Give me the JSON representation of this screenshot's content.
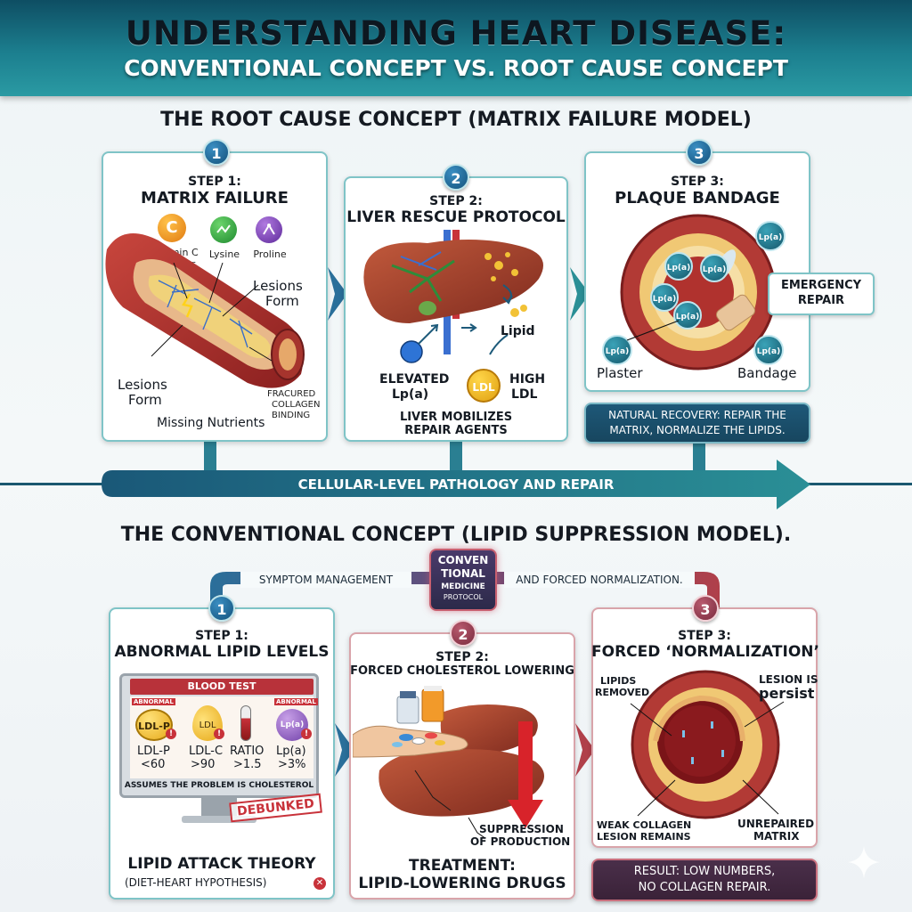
{
  "header": {
    "title_line1": "UNDERSTANDING HEART DISEASE:",
    "title_line2": "CONVENTIONAL CONCEPT VS. ROOT CAUSE CONCEPT"
  },
  "root": {
    "title": "THE ROOT CAUSE CONCEPT (MATRIX FAILURE MODEL)",
    "step1": {
      "number": "1",
      "label": "STEP 1:",
      "title": "MATRIX FAILURE",
      "nutrient_c_letter": "C",
      "nutrient_c": "Vitamin C",
      "nutrient_c2": "Cofactor",
      "nutrient_lysine": "Lysine",
      "nutrient_proline": "Proline",
      "lesions_right_1": "Lesions",
      "lesions_right_2": "Form",
      "lesions_left_1": "Lesions",
      "lesions_left_2": "Form",
      "fractured_1": "FRACURED",
      "fractured_2": "COLLAGEN",
      "fractured_3": "BINDING",
      "missing": "Missing Nutrients"
    },
    "step2": {
      "number": "2",
      "label": "STEP 2:",
      "title": "LIVER RESCUE PROTOCOL",
      "lipid": "Lipid",
      "elevated_1": "ELEVATED",
      "elevated_2": "Lp(a)",
      "ldl_badge": "LDL",
      "high_1": "HIGH",
      "high_2": "LDL",
      "footer_1": "LIVER MOBILIZES",
      "footer_2": "REPAIR AGENTS"
    },
    "step3": {
      "number": "3",
      "label": "STEP 3:",
      "title": "PLAQUE BANDAGE",
      "lp_labels": [
        "Lp(a)",
        "Lp(a)",
        "Lp(a)",
        "Lp(a)",
        "Lp(a)",
        "Lp(a)",
        "Lp(a)"
      ],
      "emergency_1": "EMERGENCY",
      "emergency_2": "REPAIR",
      "plaster": "Plaster",
      "bandage": "Bandage"
    },
    "recovery_1": "NATURAL RECOVERY: REPAIR THE",
    "recovery_2": "MATRIX, NORMALIZE THE LIPIDS.",
    "arrow_label": "CELLULAR-LEVEL PATHOLOGY AND REPAIR"
  },
  "conv": {
    "title": "THE CONVENTIONAL CONCEPT (LIPID SUPPRESSION MODEL).",
    "symptom": "SYMPTOM MANAGEMENT",
    "forced_norm": "AND FORCED NORMALIZATION.",
    "protocol_1": "CONVEN",
    "protocol_2": "TIONAL",
    "protocol_3": "MEDICINE",
    "protocol_4": "PROTOCOL",
    "step1": {
      "number": "1",
      "label": "STEP 1:",
      "title": "ABNORMAL LIPID LEVELS",
      "blood_test": "BLOOD TEST",
      "abnormal_left": "ABNORMAL",
      "abnormal_right": "ABNORMAL",
      "ldlp_badge": "LDL-P",
      "ldl_badge": "LDL",
      "lpa_badge": "Lp(a)",
      "ldlp": "LDL-P",
      "ldlp_val": "<60",
      "ldlc": "LDL-C",
      "ldlc_val": ">90",
      "ratio": "RATIO",
      "ratio_val": ">1.5",
      "lpa": "Lp(a)",
      "lpa_val": ">3%",
      "assumes": "ASSUMES THE PROBLEM IS CHOLESTEROL",
      "debunked": "DEBUNKED",
      "theory": "LIPID ATTACK THEORY",
      "hypothesis": "(DIET-HEART HYPOTHESIS)",
      "x_mark": "✕"
    },
    "step2": {
      "number": "2",
      "label": "STEP 2:",
      "title": "FORCED CHOLESTEROL LOWERING",
      "suppression_1": "SUPPRESSION",
      "suppression_2": "OF PRODUCTION",
      "treatment_1": "TREATMENT:",
      "treatment_2": "LIPID-LOWERING DRUGS"
    },
    "step3": {
      "number": "3",
      "label": "STEP 3:",
      "title": "FORCED ‘NORMALIZATION’",
      "lipids_removed_1": "LIPIDS",
      "lipids_removed_2": "REMOVED",
      "lesion_is": "LESION IS",
      "persist": "persist",
      "weak_1": "WEAK COLLAGEN",
      "weak_2": "LESION REMAINS",
      "unrepaired_1": "UNREPAIRED",
      "unrepaired_2": "MATRIX"
    },
    "result_1": "RESULT: LOW NUMBERS,",
    "result_2": "NO COLLAGEN REPAIR."
  }
}
